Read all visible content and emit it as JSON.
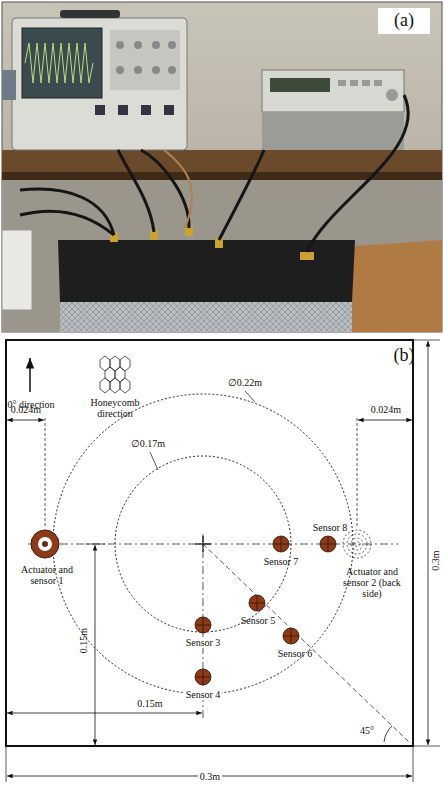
{
  "diagram": {
    "labels": [
      "(a)",
      "(b)",
      "0° direction",
      "Honeycomb direction",
      "0.024m",
      "0.024m",
      "∅0.22m",
      "∅0.17m",
      "Actuator and sensor 1",
      "Sensor 7",
      "Sensor 8",
      "Actuator and sensor 2 (back side)",
      "Sensor 5",
      "Sensor 3",
      "Sensor 6",
      "Sensor 4",
      "0.3m",
      "0.15m",
      "0.15m",
      "45°",
      "0.3m"
    ]
  }
}
